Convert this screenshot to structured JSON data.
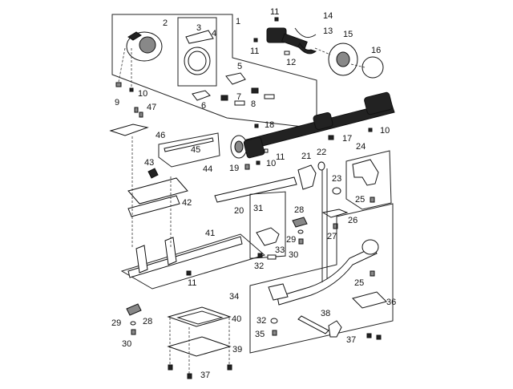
{
  "diagram": {
    "type": "exploded-parts-diagram",
    "subject": "sewing machine lower shaft / hook drive assembly",
    "callouts": [
      {
        "id": "c1",
        "label": "1"
      },
      {
        "id": "c2",
        "label": "2"
      },
      {
        "id": "c3",
        "label": "3"
      },
      {
        "id": "c4",
        "label": "4"
      },
      {
        "id": "c5",
        "label": "5"
      },
      {
        "id": "c6",
        "label": "6"
      },
      {
        "id": "c7",
        "label": "7"
      },
      {
        "id": "c8",
        "label": "8"
      },
      {
        "id": "c9",
        "label": "9"
      },
      {
        "id": "c10a",
        "label": "10"
      },
      {
        "id": "c11a",
        "label": "11"
      },
      {
        "id": "c11b",
        "label": "11"
      },
      {
        "id": "c12",
        "label": "12"
      },
      {
        "id": "c13",
        "label": "13"
      },
      {
        "id": "c14",
        "label": "14"
      },
      {
        "id": "c15",
        "label": "15"
      },
      {
        "id": "c16",
        "label": "16"
      },
      {
        "id": "c10b",
        "label": "10"
      },
      {
        "id": "c17",
        "label": "17"
      },
      {
        "id": "c18",
        "label": "18"
      },
      {
        "id": "c19",
        "label": "19"
      },
      {
        "id": "c10c",
        "label": "10"
      },
      {
        "id": "c11c",
        "label": "11"
      },
      {
        "id": "c20",
        "label": "20"
      },
      {
        "id": "c21",
        "label": "21"
      },
      {
        "id": "c22",
        "label": "22"
      },
      {
        "id": "c23",
        "label": "23"
      },
      {
        "id": "c24",
        "label": "24"
      },
      {
        "id": "c25a",
        "label": "25"
      },
      {
        "id": "c26",
        "label": "26"
      },
      {
        "id": "c27",
        "label": "27"
      },
      {
        "id": "c28a",
        "label": "28"
      },
      {
        "id": "c29a",
        "label": "29"
      },
      {
        "id": "c30a",
        "label": "30"
      },
      {
        "id": "c31",
        "label": "31"
      },
      {
        "id": "c32a",
        "label": "32"
      },
      {
        "id": "c33",
        "label": "33"
      },
      {
        "id": "c41",
        "label": "41"
      },
      {
        "id": "c11d",
        "label": "11"
      },
      {
        "id": "c34",
        "label": "34"
      },
      {
        "id": "c32b",
        "label": "32"
      },
      {
        "id": "c35",
        "label": "35"
      },
      {
        "id": "c38",
        "label": "38"
      },
      {
        "id": "c25b",
        "label": "25"
      },
      {
        "id": "c36",
        "label": "36"
      },
      {
        "id": "c37a",
        "label": "37"
      },
      {
        "id": "c28b",
        "label": "28"
      },
      {
        "id": "c29b",
        "label": "29"
      },
      {
        "id": "c30b",
        "label": "30"
      },
      {
        "id": "c40",
        "label": "40"
      },
      {
        "id": "c39",
        "label": "39"
      },
      {
        "id": "c37b",
        "label": "37"
      },
      {
        "id": "c47",
        "label": "47"
      },
      {
        "id": "c46",
        "label": "46"
      },
      {
        "id": "c45",
        "label": "45"
      },
      {
        "id": "c44",
        "label": "44"
      },
      {
        "id": "c43",
        "label": "43"
      },
      {
        "id": "c42",
        "label": "42"
      }
    ]
  }
}
